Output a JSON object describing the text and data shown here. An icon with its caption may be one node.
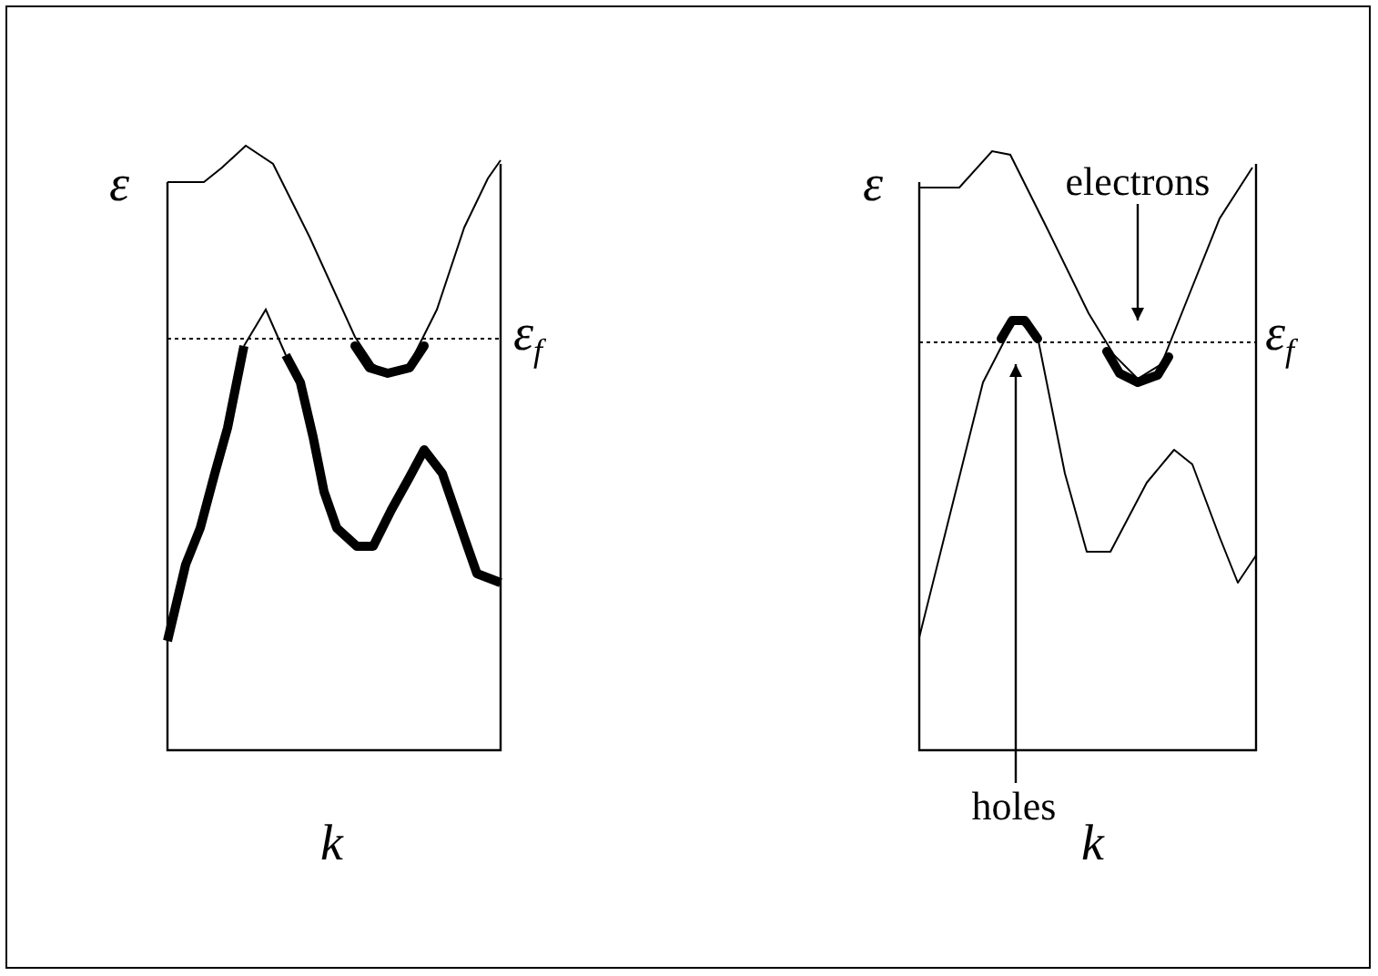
{
  "diagram": {
    "nodes": [
      {
        "text": [
          "electrons"
        ]
      },
      {
        "text": [
          "holes"
        ]
      }
    ],
    "edges": [
      {
        "from": 0,
        "to": null,
        "arrow": "to"
      },
      {
        "from": 1,
        "to": null,
        "arrow": "to"
      }
    ],
    "labels": [
      "ε",
      "ε$_{f}$",
      "k",
      "ε",
      "ε$_{f}$",
      "k"
    ]
  }
}
